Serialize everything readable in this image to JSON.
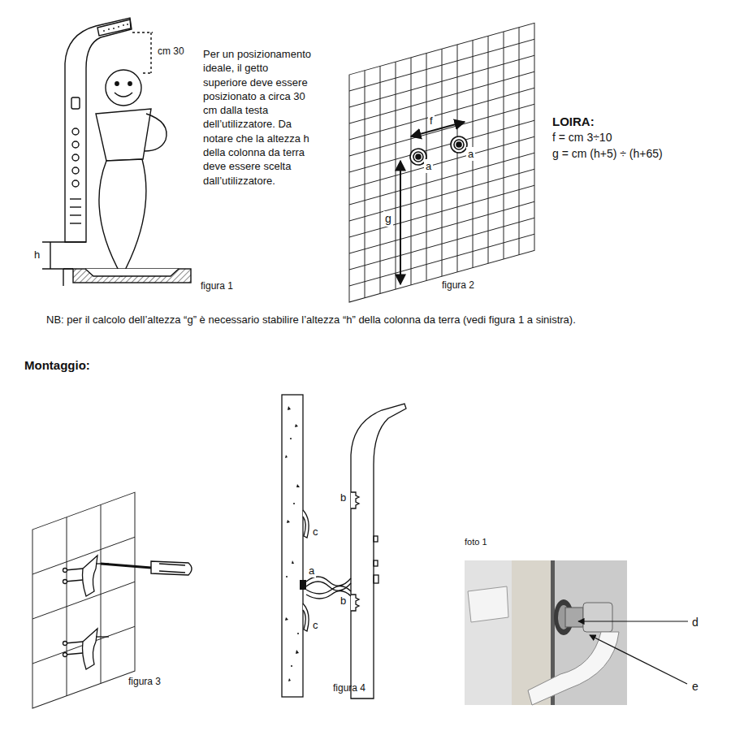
{
  "diagram": {
    "labels": [
      "cm 30",
      "Per un posizionamento ideale, il getto superiore deve essere posizionato a circa 30 cm dalla testa dell’utilizzatore. Da notare che la altezza h della colonna da terra deve essere scelta dall’utilizzatore.",
      "h",
      "figura 1",
      "f",
      "a",
      "a",
      "g",
      "figura 2",
      "LOIRA:",
      "f = cm 3÷10",
      "g = cm (h+5) ÷ (h+65)",
      "NB: per il calcolo dell’altezza “g” è necessario stabilire l’altezza “h” della colonna da terra (vedi figura 1 a sinistra).",
      "Montaggio:",
      "b",
      "c",
      "a",
      "b",
      "c",
      "foto 1",
      "d",
      "e",
      "figura 3",
      "figura 4"
    ]
  }
}
